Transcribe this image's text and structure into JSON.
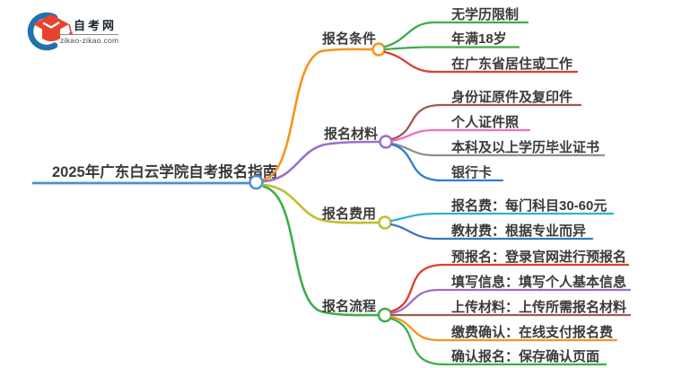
{
  "logo": {
    "site_name": "自考网",
    "domain": "zikao-zikao.com",
    "icon": "graduation-cap-with-crescent",
    "colors": {
      "crescent_blue": "#2272ae",
      "cap_red": "#e8432e"
    }
  },
  "mindmap": {
    "central": {
      "label": "2025年广东白云学院自考报名指南",
      "color": "#4a90d2"
    },
    "branches": [
      {
        "label": "报名条件",
        "color": "#f7941e",
        "children": [
          {
            "label": "无学历限制",
            "color": "#3cae49"
          },
          {
            "label": "年满18岁",
            "color": "#3cae49"
          },
          {
            "label": "在广东省居住或工作",
            "color": "#e03c31"
          }
        ]
      },
      {
        "label": "报名材料",
        "color": "#9b6fc8",
        "children": [
          {
            "label": "身份证原件及复印件",
            "color": "#9c5b50"
          },
          {
            "label": "个人证件照",
            "color": "#f06ec0"
          },
          {
            "label": "本科及以上学历毕业证书",
            "color": "#8e8e8e"
          },
          {
            "label": "银行卡",
            "color": "#2e7fd0"
          }
        ]
      },
      {
        "label": "报名费用",
        "color": "#bfbf2d",
        "children": [
          {
            "label": "报名费：每门科目30-60元",
            "color": "#2bb3d8"
          },
          {
            "label": "教材费：根据专业而异",
            "color": "#3779bc"
          }
        ]
      },
      {
        "label": "报名流程",
        "color": "#3cae49",
        "children": [
          {
            "label": "预报名：登录官网进行预报名",
            "color": "#e03c31"
          },
          {
            "label": "填写信息：填写个人基本信息",
            "color": "#9b6fc8"
          },
          {
            "label": "上传材料：上传所需报名材料",
            "color": "#9c5b50"
          },
          {
            "label": "缴费确认：在线支付报名费",
            "color": "#f7941e"
          },
          {
            "label": "确认报名：保存确认页面",
            "color": "#3cae49"
          }
        ]
      }
    ]
  }
}
